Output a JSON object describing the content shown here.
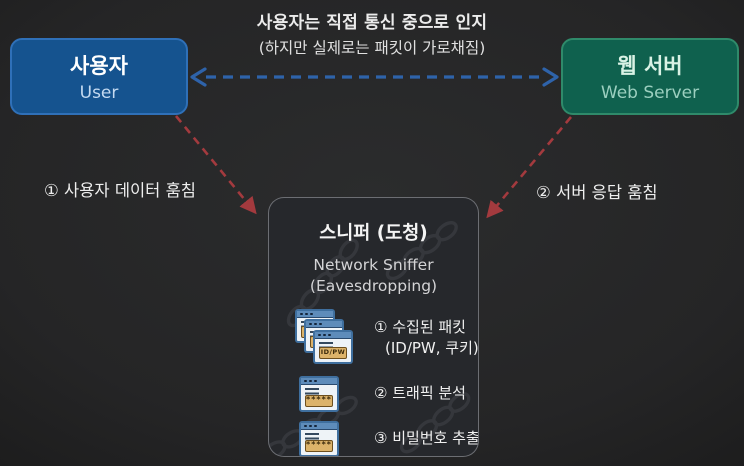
{
  "caption": {
    "line1": "사용자는 직접 통신 중으로 인지",
    "line2": "(하지만 실제로는 패킷이 가로채짐)"
  },
  "nodes": {
    "user": {
      "title": "사용자",
      "subtitle": "User"
    },
    "server": {
      "title": "웹 서버",
      "subtitle": "Web Server"
    }
  },
  "steal_labels": {
    "left": "① 사용자 데이터 훔침",
    "right": "② 서버 응답 훔침"
  },
  "sniffer": {
    "title": "스니퍼 (도청)",
    "subtitle1": "Network Sniffer",
    "subtitle2": "(Eavesdropping)",
    "items": [
      {
        "icon": "stacked-browser-windows-icon",
        "label": "① 수집된 패킷",
        "label2": "(ID/PW, 쿠키)",
        "badge": "ID/PW"
      },
      {
        "icon": "browser-window-password-icon",
        "label": "② 트래픽 분석",
        "badge": "*****"
      },
      {
        "icon": "browser-window-password-icon",
        "label": "③ 비밀번호 추출",
        "badge": "*****"
      }
    ]
  },
  "colors": {
    "background": "#252526",
    "direct_arrow": "#2e63aa",
    "steal_arrow": "#a33a3e",
    "user_box_fill": "#15538f",
    "user_box_border": "#2f70b8",
    "server_box_fill": "#0f614e",
    "server_box_border": "#2f8a6a",
    "sniffer_box_fill": "#26282c",
    "icon_titlebar": "#5e8cba",
    "icon_badge": "#dcb36a"
  }
}
